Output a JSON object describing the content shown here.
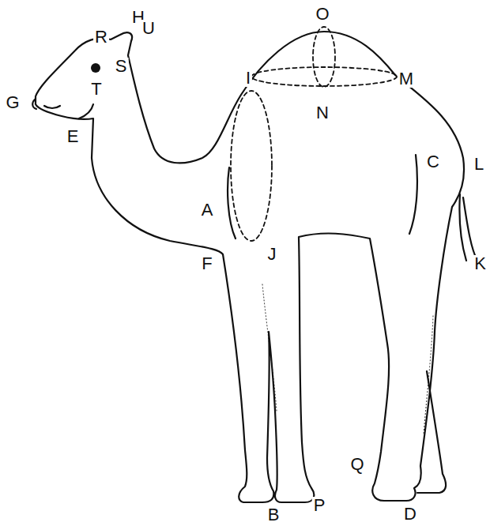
{
  "diagram": {
    "labels": [
      "H",
      "O",
      "R",
      "U",
      "S",
      "T",
      "G",
      "I",
      "M",
      "N",
      "E",
      "C",
      "L",
      "A",
      "F",
      "J",
      "K",
      "Q",
      "B",
      "P",
      "D"
    ]
  }
}
